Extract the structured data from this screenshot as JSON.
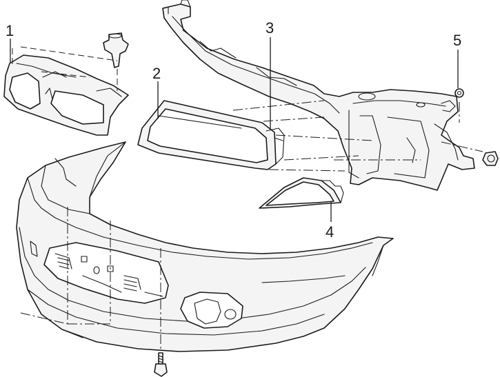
{
  "callouts": [
    {
      "label": "1"
    },
    {
      "label": "2"
    },
    {
      "label": "3"
    },
    {
      "label": "4"
    },
    {
      "label": "5"
    }
  ],
  "colors": {
    "line": "#1a1a1a",
    "fill": "#f4f4f4",
    "background": "#ffffff"
  }
}
